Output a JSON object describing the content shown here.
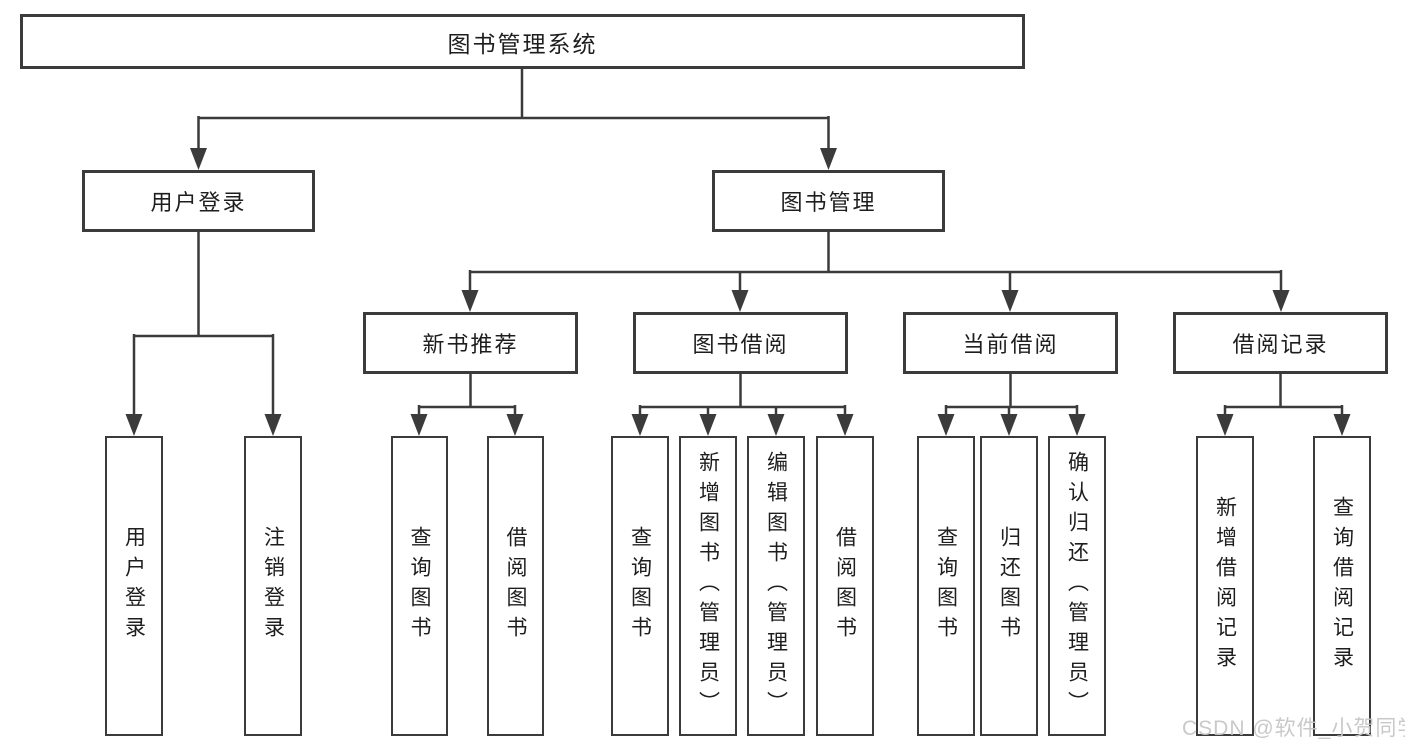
{
  "diagram": {
    "root": {
      "label": "图书管理系统",
      "children": [
        {
          "label": "用户登录",
          "children": [
            {
              "label": "用户登录"
            },
            {
              "label": "注销登录"
            }
          ]
        },
        {
          "label": "图书管理",
          "children": [
            {
              "label": "新书推荐",
              "children": [
                {
                  "label": "查询图书"
                },
                {
                  "label": "借阅图书"
                }
              ]
            },
            {
              "label": "图书借阅",
              "children": [
                {
                  "label": "查询图书"
                },
                {
                  "label": "新增图书（管理员）"
                },
                {
                  "label": "编辑图书（管理员）"
                },
                {
                  "label": "借阅图书"
                }
              ]
            },
            {
              "label": "当前借阅",
              "children": [
                {
                  "label": "查询图书"
                },
                {
                  "label": "归还图书"
                },
                {
                  "label": "确认归还（管理员）"
                }
              ]
            },
            {
              "label": "借阅记录",
              "children": [
                {
                  "label": "新增借阅记录"
                },
                {
                  "label": "查询借阅记录"
                }
              ]
            }
          ]
        }
      ]
    }
  },
  "watermark": {
    "text": "CSDN @软件_小贺同学"
  },
  "colors": {
    "line": "#3b3b3b",
    "text": "#1e1e1e",
    "watermark": "#c6c6c6",
    "background": "#ffffff"
  }
}
